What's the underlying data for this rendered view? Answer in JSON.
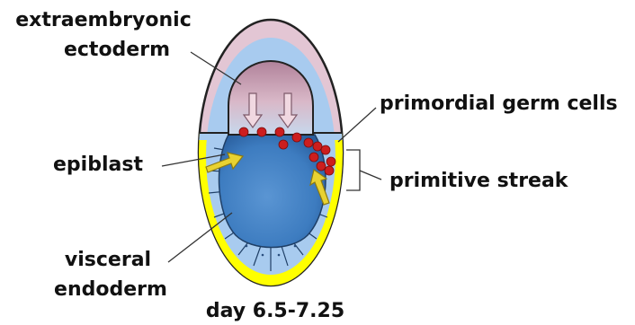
{
  "labels": {
    "extraembryonic_line1": "extraembryonic",
    "extraembryonic_line2": "ectoderm",
    "epiblast": "epiblast",
    "visceral_line1": "visceral",
    "visceral_line2": "endoderm",
    "primordial_germ_cells": "primordial germ cells",
    "primitive_streak": "primitive streak",
    "stage": "day 6.5-7.25"
  },
  "colors": {
    "extraembryonic": "#e3c6d4",
    "cavity": "#b68aa0",
    "epiblast": "#4f8fd0",
    "endoderm": "#ffff00",
    "germ_cells": "#cc1e1e",
    "arrow_white": "#f1d8e1",
    "arrow_yellow": "#e8d231"
  }
}
